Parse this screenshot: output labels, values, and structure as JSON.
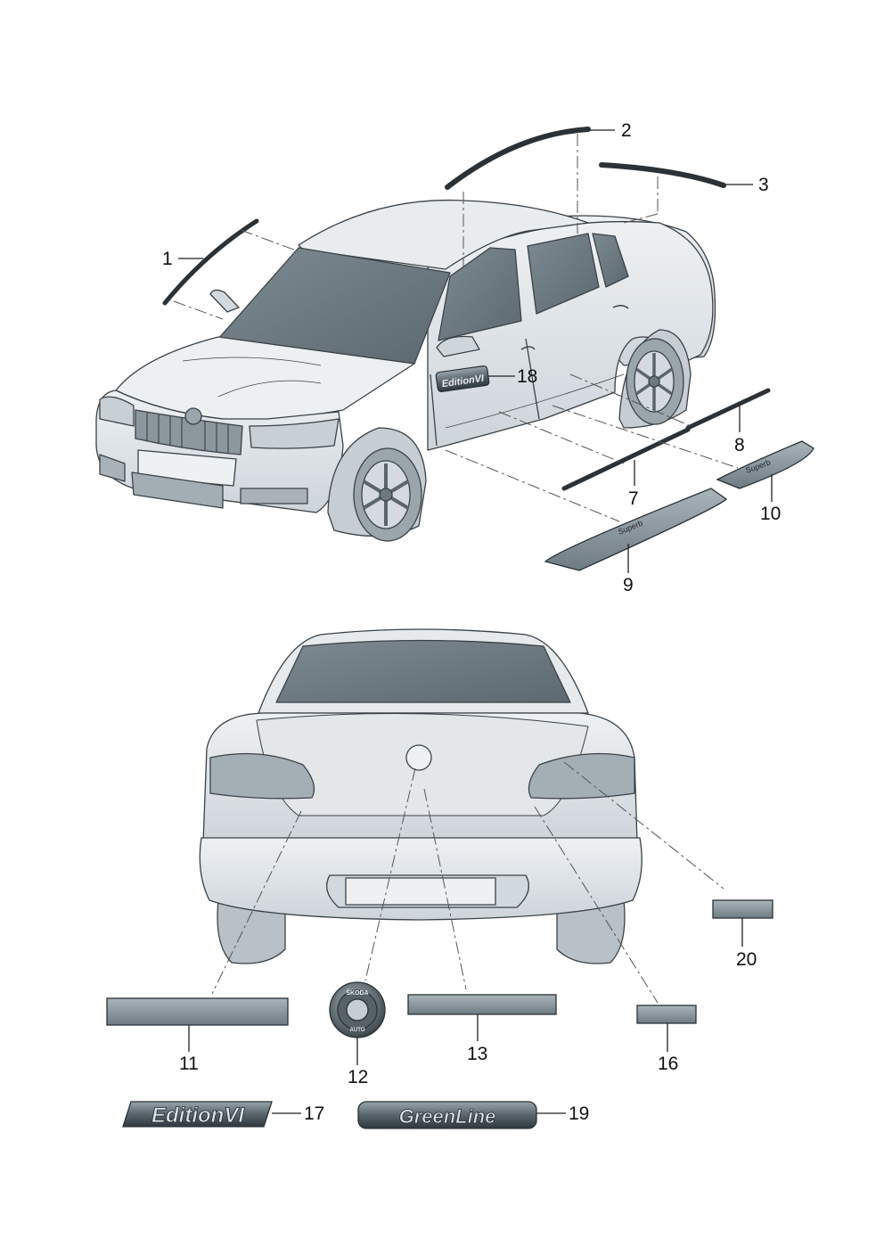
{
  "callouts": {
    "c1": "1",
    "c2": "2",
    "c3": "3",
    "c7": "7",
    "c8": "8",
    "c9": "9",
    "c10": "10",
    "c11": "11",
    "c12": "12",
    "c13": "13",
    "c16": "16",
    "c17": "17",
    "c18": "18",
    "c19": "19",
    "c20": "20"
  },
  "badges": {
    "sill_plate_brand": "Superb",
    "emblem_brand": "ŠKODA",
    "emblem_sub": "AUTO",
    "edition": "EditionVI",
    "greenline": "GreenLine"
  },
  "colors": {
    "body": "#dfe4e8",
    "body_shade": "#c4ccd3",
    "glass": "#6f7c84",
    "line": "#333a40",
    "badge_dark": "#3d4850",
    "badge_light": "#8e9ba3"
  }
}
